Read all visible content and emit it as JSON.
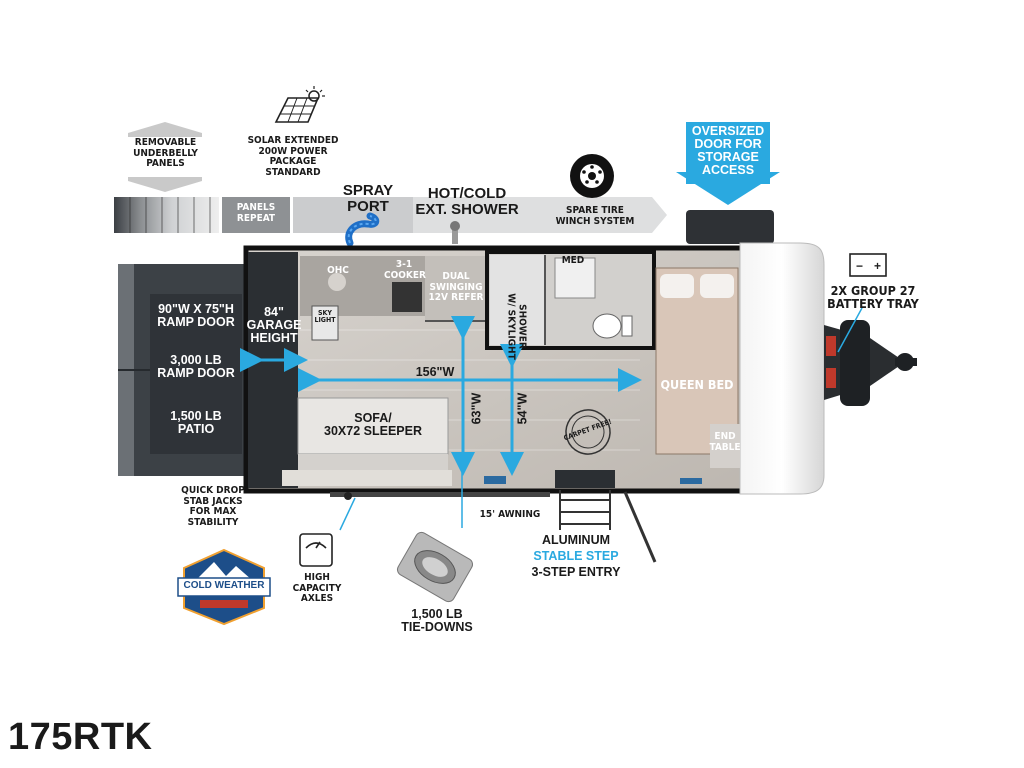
{
  "title": "175RTK",
  "labels": {
    "removable_underbelly": "REMOVABLE\nUNDERBELLY\nPANELS",
    "solar": "SOLAR EXTENDED\n200W POWER PACKAGE\nSTANDARD",
    "panels_repeat": "PANELS\nREPEAT",
    "spray_port": "SPRAY\nPORT",
    "hot_cold_shower": "HOT/COLD\nEXT. SHOWER",
    "spare_tire": "SPARE TIRE\nWINCH SYSTEM",
    "oversized_door": "OVERSIZED\nDOOR FOR\nSTORAGE\nACCESS",
    "battery_tray": "2X GROUP 27\nBATTERY TRAY",
    "ramp_door_size": "90\"W x 75\"H\nRAMP DOOR",
    "ramp_door_weight": "3,000 LB\nRAMP DOOR",
    "patio": "1,500 LB\nPATIO",
    "garage_height": "84\"\nGARAGE\nHEIGHT",
    "ohc": "OHC",
    "cooker": "3-1\nCOOKER",
    "refer": "DUAL SWINGING\n12V REFER",
    "sky_light": "SKY\nLIGHT",
    "shower_skylight": "SHOWER\nW/ SKYLIGHT",
    "med": "MED",
    "width_156": "156\"W",
    "width_63": "63\"W",
    "width_54": "54\"W",
    "queen_bed": "QUEEN BED",
    "end_table": "END\nTABLE",
    "sofa": "SOFA/\n30x72 SLEEPER",
    "carpet_free": "CARPET FREE!",
    "stab_jacks": "QUICK DROP\nSTAB JACKS\nFOR MAX STABILITY",
    "awning": "15' AWNING",
    "aluminum": "ALUMINUM",
    "stable_step": "STABLE STEP",
    "step_entry": "3-STEP ENTRY",
    "high_capacity_axles": "HIGH CAPACITY\nAXLES",
    "tie_downs": "1,500 LB\nTIE-DOWNS",
    "cold_weather": "COLD WEATHER"
  },
  "colors": {
    "accent_blue": "#2aa9e0",
    "dark_panel": "#2f3338",
    "floor": "#cfcac4",
    "bed": "#d9c6b8"
  }
}
